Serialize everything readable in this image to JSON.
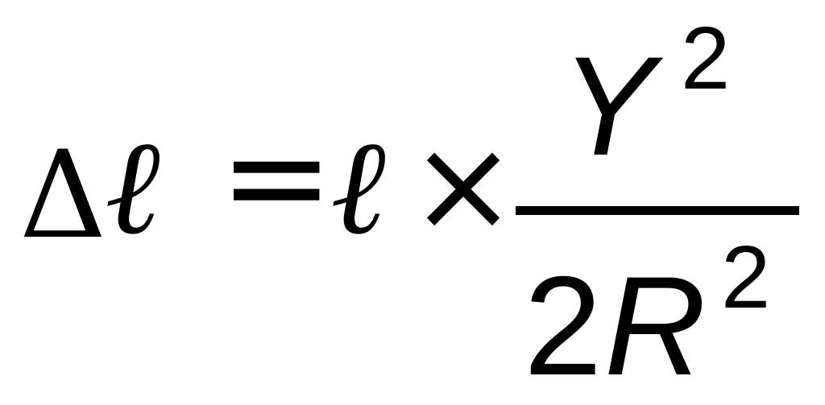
{
  "formula": {
    "delta": "Δ",
    "ell": "ℓ",
    "equals": "=",
    "times": "×",
    "numerator": {
      "base": "Y",
      "exponent": "2"
    },
    "denominator": {
      "coefficient": "2",
      "base": "R",
      "exponent": "2"
    }
  }
}
